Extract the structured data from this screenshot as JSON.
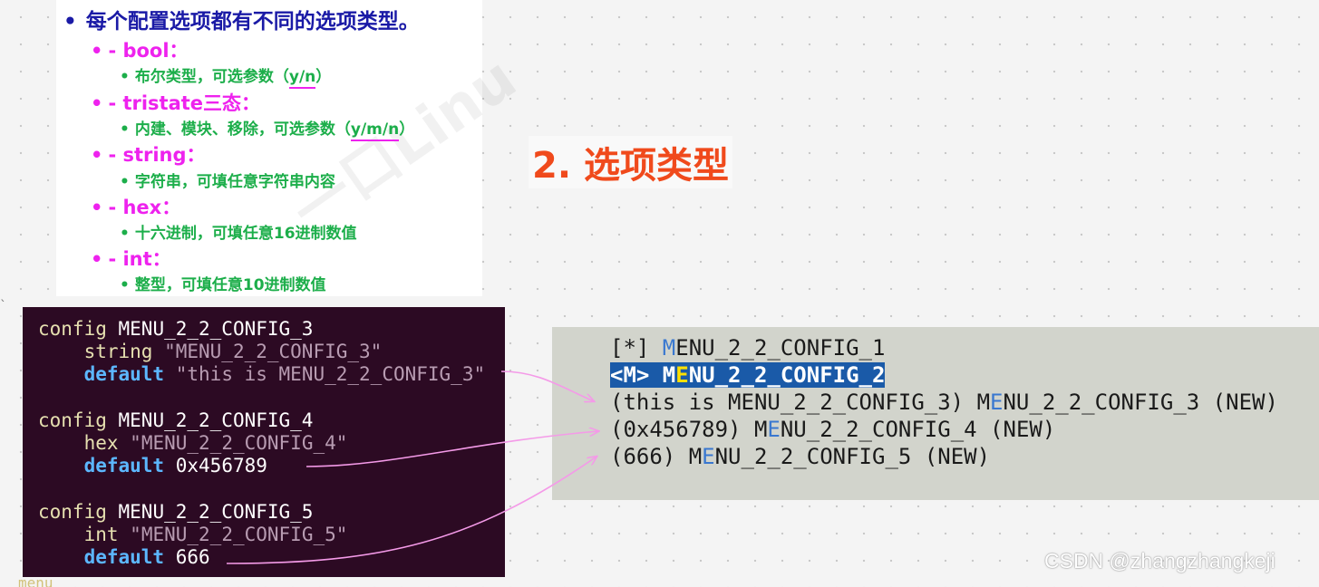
{
  "card": {
    "watermark": "一口Linu",
    "heading": "每个配置选项都有不同的选项类型。",
    "types": [
      {
        "label": "- bool：",
        "desc_prefix": "布尔类型，可选参数（",
        "desc_highlight": "y/n",
        "desc_suffix": "）"
      },
      {
        "label": "- tristate三态：",
        "desc_prefix": "内建、模块、移除，可选参数（",
        "desc_highlight": "y/m/n",
        "desc_suffix": "）"
      },
      {
        "label": "- string：",
        "desc_prefix": "字符串，可填任意字符串内容",
        "desc_highlight": "",
        "desc_suffix": ""
      },
      {
        "label": "- hex：",
        "desc_prefix": "十六进制，可填任意16进制数值",
        "desc_highlight": "",
        "desc_suffix": ""
      },
      {
        "label": "- int：",
        "desc_prefix": "整型，可填任意10进制数值",
        "desc_highlight": "",
        "desc_suffix": ""
      }
    ]
  },
  "title": "2. 选项类型",
  "code": {
    "blocks": [
      {
        "keyword": "config",
        "name": "MENU_2_2_CONFIG_3",
        "type": "string",
        "prompt": "\"MENU_2_2_CONFIG_3\"",
        "default_kw": "default",
        "default_val": "\"this is MENU_2_2_CONFIG_3\""
      },
      {
        "keyword": "config",
        "name": "MENU_2_2_CONFIG_4",
        "type": "hex",
        "prompt": "\"MENU_2_2_CONFIG_4\"",
        "default_kw": "default",
        "default_val": "0x456789"
      },
      {
        "keyword": "config",
        "name": "MENU_2_2_CONFIG_5",
        "type": "int",
        "prompt": "\"MENU_2_2_CONFIG_5\"",
        "default_kw": "default",
        "default_val": "666"
      }
    ]
  },
  "menu": {
    "items": [
      {
        "prefix": "[*] ",
        "hot": "M",
        "first": "",
        "rest": "ENU_2_2_CONFIG_1",
        "suffix": "",
        "selected": false
      },
      {
        "prefix": "<M> ",
        "hot": "E",
        "first": "M",
        "rest": "NU_2_2_CONFIG_2",
        "suffix": "",
        "selected": true
      },
      {
        "prefix": "(this is MENU_2_2_CONFIG_3) ",
        "hot": "E",
        "first": "M",
        "rest": "NU_2_2_CONFIG_3",
        "suffix": " (NEW)",
        "selected": false
      },
      {
        "prefix": "(0x456789) ",
        "hot": "E",
        "first": "M",
        "rest": "NU_2_2_CONFIG_4",
        "suffix": " (NEW)",
        "selected": false
      },
      {
        "prefix": "(666) ",
        "hot": "E",
        "first": "M",
        "rest": "NU_2_2_CONFIG_5",
        "suffix": " (NEW)",
        "selected": false
      }
    ]
  },
  "footer": {
    "watermark": "CSDN @zhangzhangkeji",
    "partial_line": "menu"
  },
  "colors": {
    "heading": "#1a1aa6",
    "type_label": "#ee22ee",
    "desc": "#1cae4a",
    "title": "#f04a1c",
    "code_bg": "#2c0a23",
    "menu_bg": "#d2d4cc",
    "menu_hotkey": "#3a78d0",
    "menu_selected_bg": "#1a5aa8",
    "arrow": "#f49ae8"
  }
}
